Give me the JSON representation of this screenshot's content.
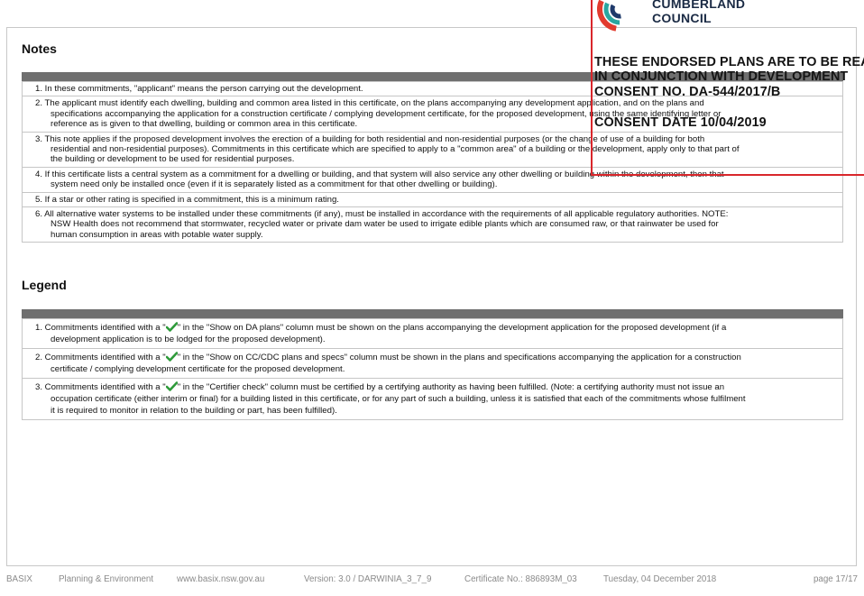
{
  "notes": {
    "title": "Notes",
    "items": [
      "1. In these commitments, \"applicant\" means the person carrying out the development.",
      "2. The applicant must identify each dwelling, building and common area listed in this certificate, on the plans accompanying any development application, and on the plans and\nspecifications accompanying the application for a construction certificate / complying development certificate, for the proposed development, using the same identifying letter or\nreference as is given to that dwelling, building or common area in this certificate.",
      "3. This note applies if the proposed development involves the erection of a building for both residential and non-residential purposes (or the change of use of a building for both\nresidential and non-residential purposes). Commitments in this certificate which are specified to apply to a \"common area\" of a building or the development, apply only to that part of\nthe building or development to be used for residential purposes.",
      "4. If this certificate lists a central system as a commitment for a dwelling or building, and that system will also service any other dwelling or building within the development, then that\nsystem need only be installed once (even if it is separately listed as a commitment for that other dwelling or building).",
      "5. If a star or other rating is specified in a commitment, this is a minimum rating.",
      "6. All alternative water systems to be installed under these commitments (if any), must be installed in accordance with the requirements of all applicable regulatory authorities. NOTE:\nNSW Health does not recommend that stormwater, recycled water or private dam water be used to irrigate edible plants which are consumed raw, or that rainwater be used for\nhuman consumption in areas with potable water supply."
    ]
  },
  "legend": {
    "title": "Legend",
    "items": [
      {
        "prefix": "1. Commitments identified with a \"",
        "suffix": "\" in the \"Show on DA plans\" column must be shown on the plans accompanying the development application for the proposed development (if a\ndevelopment application is to be lodged for the proposed development)."
      },
      {
        "prefix": "2. Commitments identified with a \"",
        "suffix": "\" in the \"Show on CC/CDC plans and specs\" column must be shown in the plans and specifications accompanying the application for a construction\ncertificate / complying development certificate for the proposed development."
      },
      {
        "prefix": "3. Commitments identified with a \"",
        "suffix": "\" in the \"Certifier check\" column must be certified by a certifying authority as having been fulfilled. (Note: a certifying authority must not issue an\noccupation certificate (either interim or final) for a building listed in this certificate, or for any part of such a building, unless it is satisfied that each of the commitments whose fulfilment\nit is required to monitor in relation to the building or part, has been fulfilled)."
      }
    ],
    "check_icon": "green-checkmark-icon",
    "check_color": "#2e9a3a"
  },
  "stamp": {
    "council_line1": "CUMBERLAND",
    "council_line2": "COUNCIL",
    "line1": "THESE ENDORSED PLANS ARE TO BE READ",
    "line2": "IN CONJUNCTION WITH DEVELOPMENT",
    "line3": "CONSENT NO. DA-544/2017/B",
    "line4": "CONSENT DATE 10/04/2019",
    "border_color": "#d9262b"
  },
  "footer": {
    "basix": "BASIX",
    "dept": "Planning & Environment",
    "url": "www.basix.nsw.gov.au",
    "version": "Version: 3.0 / DARWINIA_3_7_9",
    "certificate": "Certificate No.: 886893M_03",
    "date": "Tuesday, 04 December 2018",
    "page": "page 17/17"
  }
}
